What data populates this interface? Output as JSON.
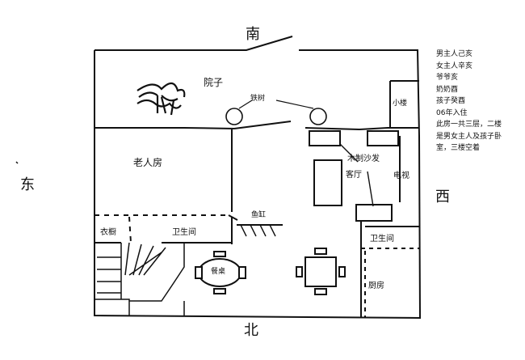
{
  "directions": {
    "south": "南",
    "north": "北",
    "east": "东",
    "west": "西"
  },
  "rooms": {
    "courtyard": "院子",
    "elder_room": "老人房",
    "closet": "衣橱",
    "bathroom_left": "卫生间",
    "living_room": "客厅",
    "wood_sofa": "木制沙发",
    "tv": "电视",
    "bathroom_right": "卫生间",
    "kitchen": "厨房",
    "dining_table": "餐桌",
    "small_building": "小楼",
    "tree": "铁树",
    "fish_tank": "鱼缸"
  },
  "notes": [
    "男主人己亥",
    "女主人辛亥",
    "爷爷亥",
    "奶奶酉",
    "孩子癸酉",
    "06年入住",
    "此房一共三层，二楼",
    "是男女主人及孩子卧",
    "室，三楼空着"
  ]
}
